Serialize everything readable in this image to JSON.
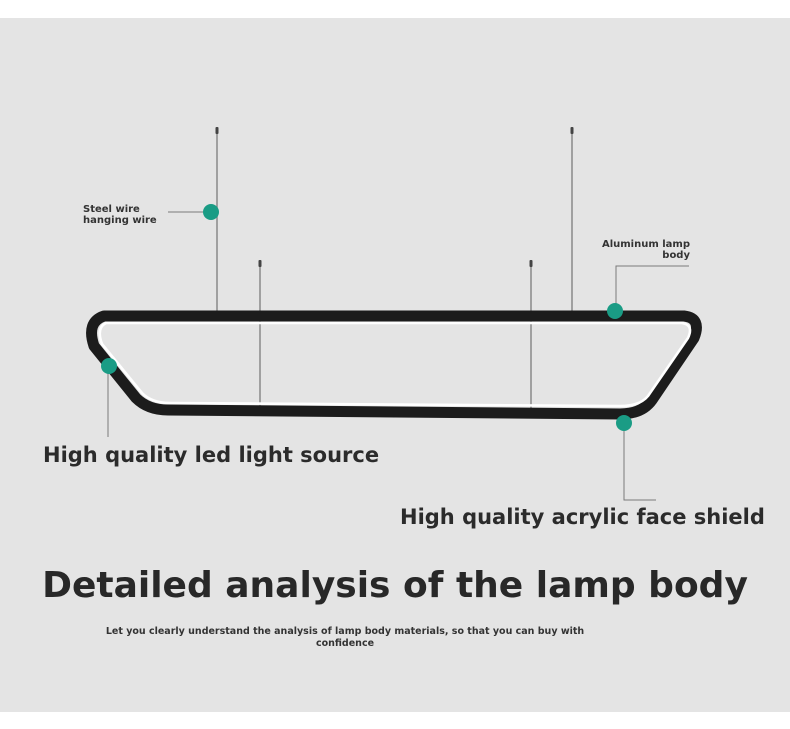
{
  "labels": {
    "steel_wire": "Steel wire hanging wire",
    "aluminum_body": "Aluminum lamp body",
    "led_source": "High quality led light source",
    "acrylic_shield": "High quality acrylic face shield"
  },
  "heading": {
    "title": "Detailed analysis of the lamp body",
    "subtitle": "Let you clearly understand the analysis of lamp body materials, so that you can buy with confidence"
  },
  "colors": {
    "panel_background": "#e4e4e4",
    "frame": "#1c1c1c",
    "glow": "#ffffff",
    "marker": "#1a9c85",
    "wire": "#8a8a8a"
  }
}
